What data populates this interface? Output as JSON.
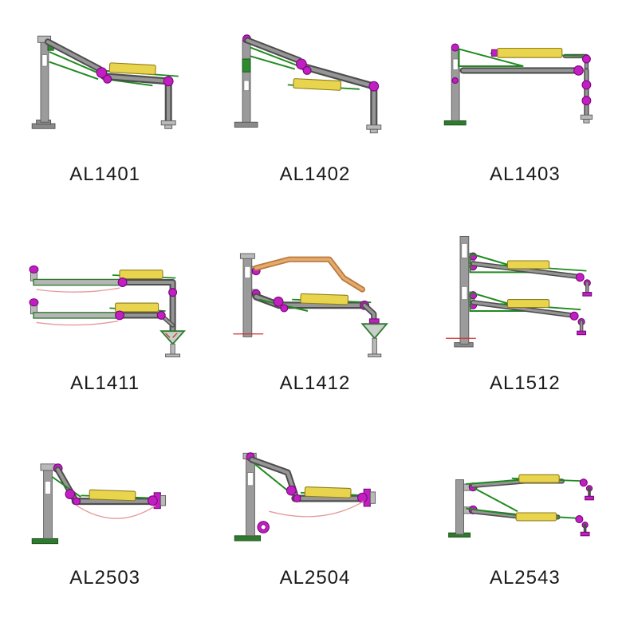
{
  "palette": {
    "pipe_gray": "#6e6e6e",
    "support_green": "#1f8a1f",
    "balance_cylinder_yellow": "#e9d44e",
    "swivel_joint_magenta": "#c21fc2",
    "hose_pink": "#e59a9a",
    "heated_pipe_orange": "#d89a62",
    "label_color": "#1a1a1a"
  },
  "grid": {
    "rows": 3,
    "cols": 3
  },
  "cells": [
    {
      "label": "AL1401"
    },
    {
      "label": "AL1402"
    },
    {
      "label": "AL1403"
    },
    {
      "label": "AL1411"
    },
    {
      "label": "AL1412"
    },
    {
      "label": "AL1512"
    },
    {
      "label": "AL2503"
    },
    {
      "label": "AL2504"
    },
    {
      "label": "AL2543"
    }
  ]
}
